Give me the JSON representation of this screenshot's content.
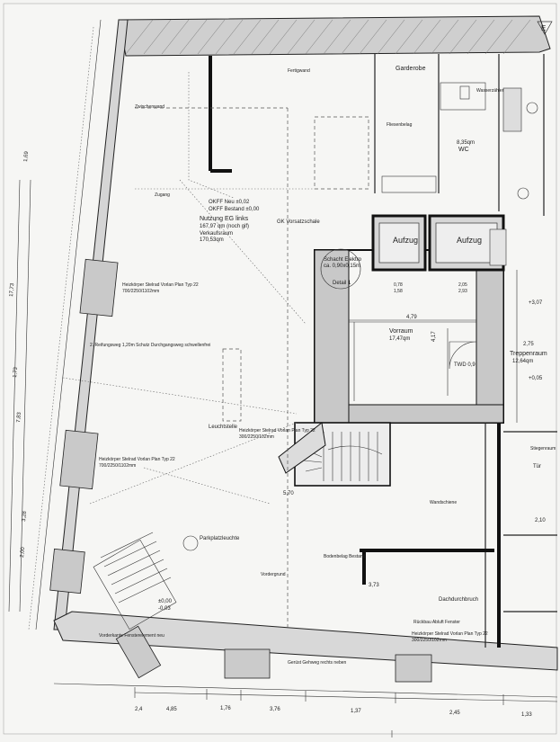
{
  "title_block": {
    "code": "E"
  },
  "rooms": {
    "vorraum": {
      "name": "Vorraum",
      "area": "17,47qm",
      "dim_w": "4,79",
      "dim_h": "4,17",
      "door": "TWD 0,9"
    },
    "treppenraum": {
      "name": "Treppenraum",
      "area": "12,64qm"
    },
    "garderobe": {
      "name": "Garderobe"
    },
    "wasserzaehler": {
      "name": "Wasserzähler"
    },
    "wc": {
      "name": "WC",
      "area": "8,35qm"
    },
    "aufzug_1": {
      "name": "Aufzug"
    },
    "aufzug_2": {
      "name": "Aufzug"
    },
    "schacht": {
      "name": "Schacht Elektro",
      "size": "ca. 0,90x0,15m"
    },
    "detail": {
      "label": "Detail 1"
    }
  },
  "notes": {
    "nutzung": {
      "title": "Nutzung EG links",
      "area": "167,97 qm (noch gif)",
      "extra": "Verkaufsraum",
      "sub": "170,53qm"
    },
    "parkplatz": {
      "label": "Parkplatzleuchte"
    },
    "rueckbau": {
      "label": "Rückbau Abluft Fenster"
    },
    "tuerschwelle": {
      "label": "2. Reifungsweg 1,20m Schutz Durchgangsweg schwellenfrei"
    },
    "geruest": {
      "label": "Gerüst Gehweg rechts neben"
    },
    "bodenbelag": {
      "label": "Bodenbelag Bestand"
    }
  },
  "markers": {
    "okff_neu": "OKFF Neu ±0,02",
    "okff_bestand": "OKFF Bestand ±0,00",
    "gk_vorsatz": "GK Vorsatzschale",
    "lauchtstelle": "Leuchtstelle",
    "dachdurchstoss": "Dachdurchbruch",
    "vorderkante": "Vorderkante Fensterelement neu"
  },
  "heizkoerper": [
    {
      "text": "Heizkörper Stelrad Vorlan Plan Typ 22",
      "size": "700/2250/1102mm"
    },
    {
      "text": "Heizkörper Stelrad Vorlan Plan Typ 22",
      "size": "700/2250/1102mm"
    },
    {
      "text": "Heizkörper Stelrad Vorlan Plan Typ 22",
      "size": "300/2250/102mm"
    },
    {
      "text": "Heizkörper Stelrad Vorlan Plan Typ 22",
      "size": "300/2250/102mm"
    }
  ],
  "dimensions": {
    "bottom": [
      "2,4",
      "4,85",
      "1,76",
      "3,76",
      "1,37",
      "2,45",
      "1,33"
    ],
    "side_left": [
      "17,73",
      "1,73",
      "7,83",
      "3,28",
      "1,69",
      "2,00"
    ],
    "misc": [
      "3,73",
      "2,10",
      "2,75",
      "0,78",
      "1,58",
      "2,05",
      "2,93",
      "5,70",
      "4,79",
      "4,17"
    ]
  },
  "level_marks": [
    "+3,07",
    "±0,00",
    "-0,03",
    "+0,05"
  ],
  "labels_misc": [
    "Zwischenwand",
    "Fliesenbelag",
    "Fertigwand",
    "Zugang",
    "Wandschiene",
    "Tür",
    "Stiegenraum",
    "Vordergrund"
  ]
}
